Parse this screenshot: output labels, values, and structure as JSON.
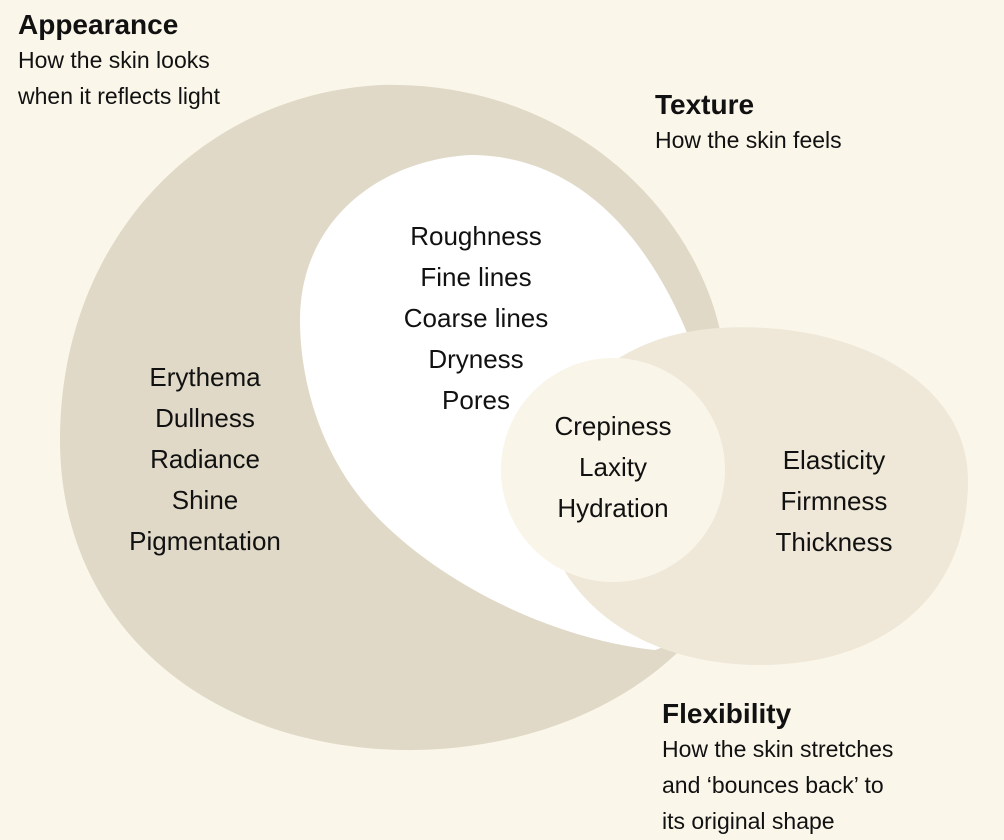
{
  "appearance": {
    "title": "Appearance",
    "desc": [
      "How the skin looks",
      "when it reflects light"
    ],
    "items": [
      "Erythema",
      "Dullness",
      "Radiance",
      "Shine",
      "Pigmentation"
    ]
  },
  "texture": {
    "title": "Texture",
    "desc": [
      "How the skin feels"
    ],
    "items": [
      "Roughness",
      "Fine lines",
      "Coarse lines",
      "Dryness",
      "Pores"
    ]
  },
  "flexibility": {
    "title": "Flexibility",
    "desc": [
      "How the skin stretches",
      "and ‘bounces back’ to",
      "its original shape"
    ],
    "items": [
      "Elasticity",
      "Firmness",
      "Thickness"
    ]
  },
  "overlap": {
    "items": [
      "Crepiness",
      "Laxity",
      "Hydration"
    ]
  },
  "colors": {
    "background": "#faf6ea",
    "appearance": "#e0d9c7",
    "texture": "#ffffff",
    "flexibility": "#efe8d8",
    "overlap": "#f9f5e8"
  }
}
